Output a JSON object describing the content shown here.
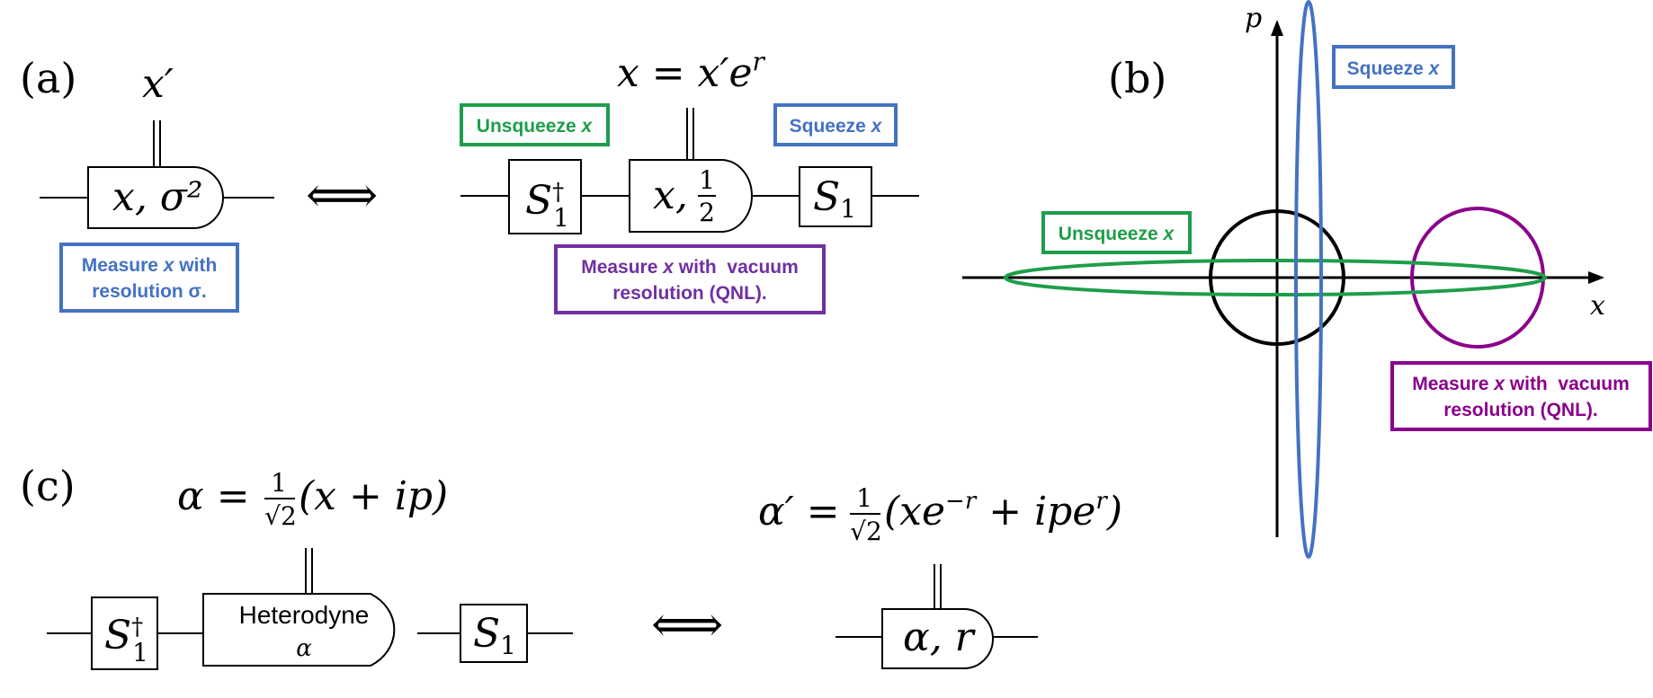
{
  "colors": {
    "blue": "#4472C4",
    "green": "#1E9E4A",
    "purple": "#7030A0",
    "black": "#000000"
  },
  "panel_a": {
    "label": "(a)",
    "left_output": "x′",
    "left_detector": "x, σ²",
    "equivalence": "⟺",
    "right_output": "x = x′e",
    "right_output_sup": "r",
    "unsqueeze_box": "S",
    "unsqueeze_box_sup": "†",
    "unsqueeze_box_sub": "1",
    "right_detector_main": "x,",
    "right_detector_num": "1",
    "right_detector_den": "2",
    "squeeze_box": "S",
    "squeeze_box_sub": "1",
    "callout_unsqueeze_prefix": "Unsqueeze ",
    "callout_unsqueeze_var": "x",
    "callout_squeeze_prefix": "Squeeze ",
    "callout_squeeze_var": "x",
    "callout_measure_sigma_l1_prefix": "Measure ",
    "callout_measure_sigma_l1_var": "x",
    "callout_measure_sigma_l1_suffix": " with",
    "callout_measure_sigma_l2": "resolution σ.",
    "callout_measure_vac_l1_prefix": "Measure ",
    "callout_measure_vac_l1_var": "x",
    "callout_measure_vac_l1_suffix": " with  vacuum",
    "callout_measure_vac_l2": "resolution (QNL)."
  },
  "panel_b": {
    "label": "(b)",
    "axis_x": "x",
    "axis_p": "p",
    "callout_squeeze_prefix": "Squeeze ",
    "callout_squeeze_var": "x",
    "callout_unsqueeze_prefix": "Unsqueeze ",
    "callout_unsqueeze_var": "x",
    "callout_measure_l1_prefix": "Measure ",
    "callout_measure_l1_var": "x",
    "callout_measure_l1_suffix": " with  vacuum",
    "callout_measure_l2": "resolution (QNL)."
  },
  "panel_c": {
    "label": "(c)",
    "alpha_lhs": "α =",
    "alpha_num": "1",
    "alpha_den": "√2",
    "alpha_rhs": "(x + ip)",
    "alpha_prime_lhs": "α′ =",
    "alpha_prime_num": "1",
    "alpha_prime_den": "√2",
    "alpha_prime_rhs_1": "(xe",
    "alpha_prime_sup_1": "−r",
    "alpha_prime_rhs_2": " + ipe",
    "alpha_prime_sup_2": "r",
    "alpha_prime_rhs_3": ")",
    "unsqueeze_box": "S",
    "unsqueeze_box_sup": "†",
    "unsqueeze_box_sub": "1",
    "heterodyne_title": "Heterodyne",
    "heterodyne_var": "α",
    "squeeze_box": "S",
    "squeeze_box_sub": "1",
    "equivalence": "⟺",
    "right_detector": "α, r"
  }
}
